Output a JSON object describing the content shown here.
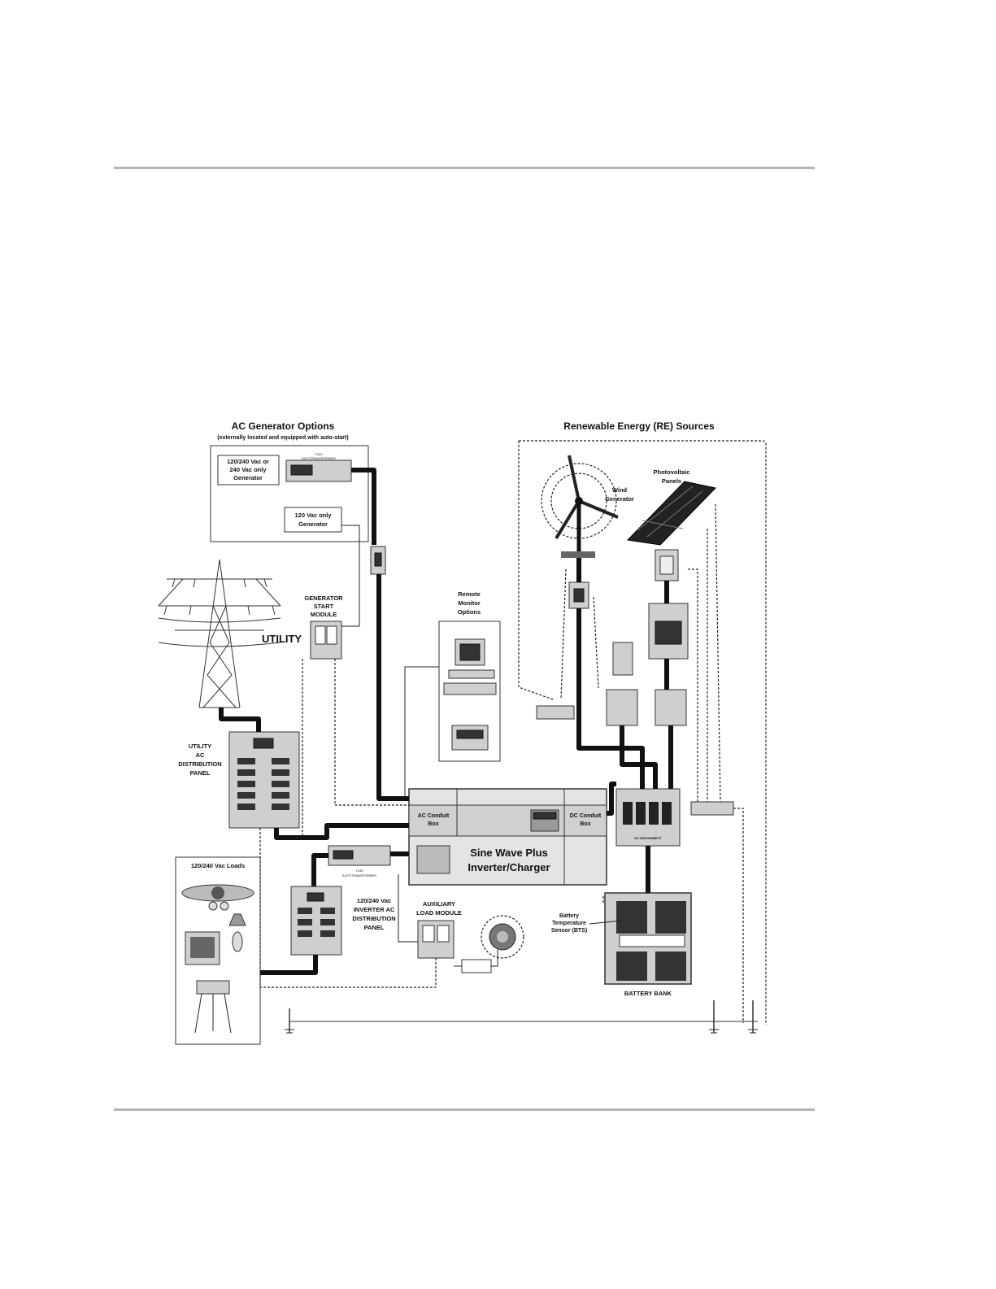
{
  "titles": {
    "ac_gen": "AC Generator Options",
    "ac_gen_sub": "(externally located and equipped with auto-start)",
    "re": "Renewable Energy (RE) Sources"
  },
  "labels": {
    "gen_240_1": "120/240 Vac or",
    "gen_240_2": "240 Vac only",
    "gen_240_3": "Generator",
    "gen_120_1": "120 Vac only",
    "gen_120_2": "Generator",
    "t240": "T240",
    "autotransformer": "AUTOTRANSFORMER",
    "utility": "UTILITY",
    "gsm_1": "GENERATOR",
    "gsm_2": "START",
    "gsm_3": "MODULE",
    "remote_1": "Remote",
    "remote_2": "Monitor",
    "remote_3": "Options",
    "uacdp_1": "UTILITY",
    "uacdp_2": "AC",
    "uacdp_3": "DISTRIBUTION",
    "uacdp_4": "PANEL",
    "loads": "120/240 Vac Loads",
    "iacdp_1": "120/240 Vac",
    "iacdp_2": "INVERTER AC",
    "iacdp_3": "DISTRIBUTION",
    "iacdp_4": "PANEL",
    "aux_1": "AUXILIARY",
    "aux_2": "LOAD MODULE",
    "ac_conduit_1": "AC Conduit",
    "ac_conduit_2": "Box",
    "dc_conduit_1": "DC Conduit",
    "dc_conduit_2": "Box",
    "inverter_1": "Sine Wave Plus",
    "inverter_2": "Inverter/Charger",
    "wind_1": "Wind",
    "wind_2": "Generator",
    "pv_1": "Photovoltaic",
    "pv_2": "Panels",
    "dc_disconnect": "DC DISCONNECT",
    "battery_bank": "BATTERY BANK",
    "bts_1": "Battery",
    "bts_2": "Temperature",
    "bts_3": "Sensor (BTS)"
  }
}
